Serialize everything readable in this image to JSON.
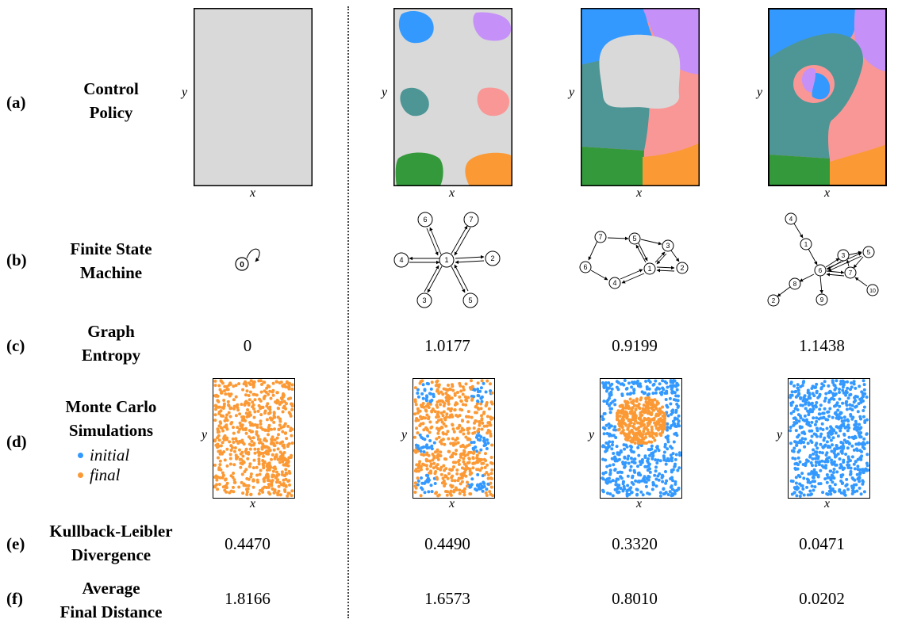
{
  "colors": {
    "gray": "#d9d9d9",
    "blue": "#3399ff",
    "purple": "#c591f8",
    "teal": "#4e9595",
    "pink": "#f99796",
    "green": "#33993a",
    "orange": "#fb9935"
  },
  "rows": [
    {
      "tag": "(a)",
      "title_lines": [
        "Control",
        "Policy"
      ]
    },
    {
      "tag": "(b)",
      "title_lines": [
        "Finite State",
        "Machine"
      ]
    },
    {
      "tag": "(c)",
      "title_lines": [
        "Graph",
        "Entropy"
      ]
    },
    {
      "tag": "(d)",
      "title_lines": [
        "Monte Carlo",
        "Simulations"
      ]
    },
    {
      "tag": "(e)",
      "title_lines": [
        "Kullback-Leibler",
        "Divergence"
      ]
    },
    {
      "tag": "(f)",
      "title_lines": [
        "Average",
        "Final Distance"
      ]
    }
  ],
  "axes": {
    "x": "x",
    "y": "y"
  },
  "legend": {
    "initial": "initial",
    "final": "final"
  },
  "graph_entropy": [
    "0",
    "1.0177",
    "0.9199",
    "1.1438"
  ],
  "kl_divergence": [
    "0.4470",
    "0.4490",
    "0.3320",
    "0.0471"
  ],
  "avg_final_distance": [
    "1.8166",
    "1.6573",
    "0.8010",
    "0.0202"
  ],
  "fsm": [
    {
      "nodes": [
        "0"
      ]
    },
    {
      "nodes": [
        "1",
        "2",
        "3",
        "4",
        "5",
        "6",
        "7"
      ]
    },
    {
      "nodes": [
        "1",
        "2",
        "3",
        "4",
        "5",
        "6",
        "7"
      ]
    },
    {
      "nodes": [
        "1",
        "2",
        "3",
        "4",
        "5",
        "6",
        "7",
        "8",
        "9",
        "10"
      ]
    }
  ]
}
